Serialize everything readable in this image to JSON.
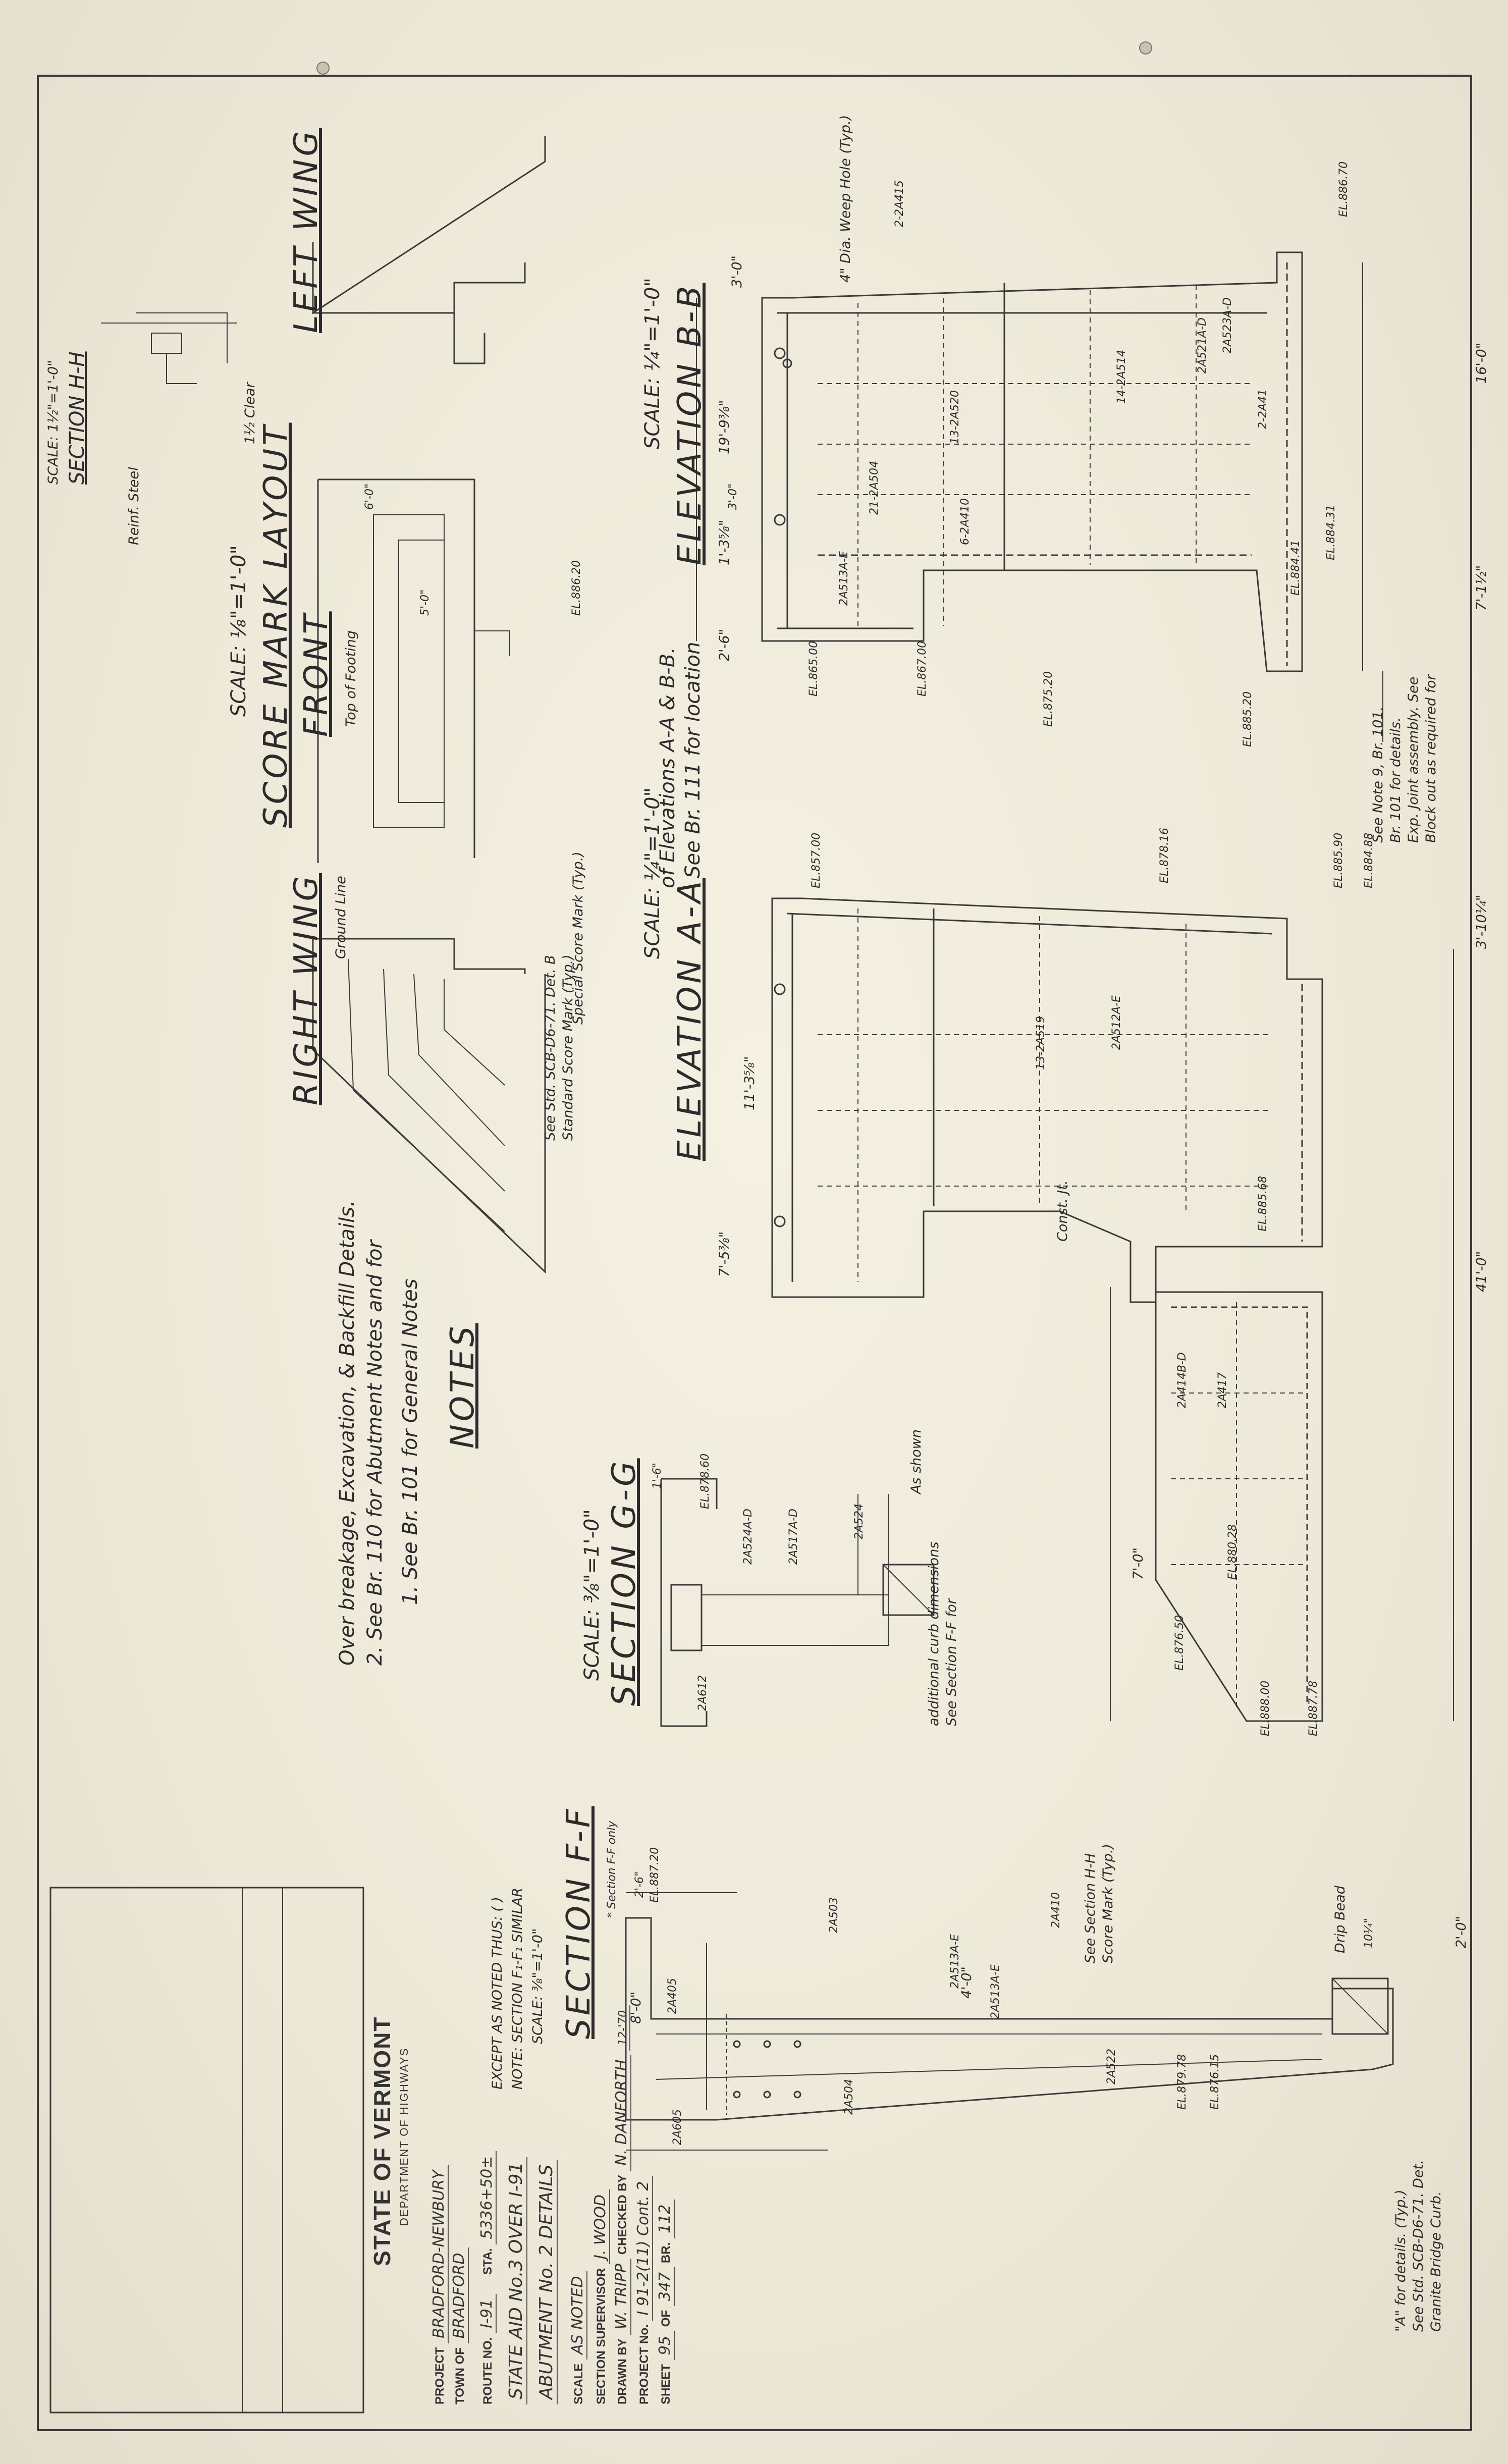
{
  "title_block": {
    "state": "STATE OF VERMONT",
    "department": "DEPARTMENT OF HIGHWAYS",
    "project_label": "PROJECT",
    "project_value": "BRADFORD-NEWBURY",
    "town_label": "TOWN OF",
    "town_value": "BRADFORD",
    "route_label": "ROUTE NO.",
    "route_value": "I-91",
    "sta_label": "STA.",
    "sta_value": "5336+50±",
    "line1": "STATE AID No.3 OVER I-91",
    "line2": "ABUTMENT No. 2 DETAILS",
    "scale_label": "SCALE",
    "scale_value": "AS NOTED",
    "supervisor_label": "SECTION SUPERVISOR",
    "supervisor_value": "J. WOOD",
    "drawn_label": "DRAWN BY",
    "drawn_value": "W. TRIPP",
    "checked_label": "CHECKED BY",
    "checked_value": "N. DANFORTH",
    "date_value": "12-'70",
    "project_no_label": "PROJECT No.",
    "project_no_value": "I 91-2(11) Cont. 2",
    "sheet_label": "SHEET",
    "sheet_value": "95",
    "of_label": "OF",
    "of_value": "347",
    "br_label": "BR.",
    "br_value": "112"
  },
  "views": {
    "elev_aa_title": "ELEVATION A-A",
    "elev_aa_scale": "SCALE: ¼\"=1'-0\"",
    "elev_bb_title": "ELEVATION B-B",
    "elev_bb_scale": "SCALE: ¼\"=1'-0\"",
    "sec_gg_title": "SECTION G-G",
    "sec_gg_scale": "SCALE: ⅜\"=1'-0\"",
    "sec_ff_title": "SECTION F-F",
    "sec_ff_scale": "SCALE: ⅜\"=1'-0\"",
    "sec_ff_note": "NOTE: SECTION F₁-F₁ SIMILAR",
    "sec_ff_note2": "EXCEPT AS NOTED THUS: ( )",
    "sec_hh_title": "SECTION H-H",
    "sec_hh_scale": "SCALE: 1½\"=1'-0\"",
    "score_title": "SCORE MARK LAYOUT",
    "score_scale": "SCALE: ⅛\"=1'-0\"",
    "left_wing": "LEFT WING",
    "front": "FRONT",
    "right_wing": "RIGHT WING"
  },
  "notes": {
    "heading": "NOTES",
    "n1": "1. See Br. 101 for General Notes",
    "n2": "2. See Br. 110 for Abutment Notes and for",
    "n2b": "Over breakage, Excavation, & Backfill Details.",
    "see_br111": "See Br. 111 for location",
    "see_br111b": "of Elevations A-A & B-B."
  },
  "callouts": {
    "weep": "4\" Dia. Weep Hole (Typ.)",
    "blockout1": "Block out as required for",
    "blockout2": "Exp. Joint assembly. See",
    "blockout3": "Br. 101 for details.",
    "blockout4": "See Note 9, Br. 101.",
    "granite1": "Granite Bridge Curb.",
    "granite2": "See Std. SCB-D6-71. Det.",
    "granite3": "\"A\" for details. (Typ.)",
    "drip": "Drip Bead",
    "score_mark": "Score Mark (Typ.)",
    "score_see": "See Section H-H",
    "curb_dims1": "See Section F-F for",
    "curb_dims2": "additional curb dimensions",
    "special_score": "Special Score Mark (Typ.)",
    "standard_score": "Standard Score Mark (Typ.)",
    "standard_score2": "See Std. SCB-D6-71. Det. B",
    "ground_line": "Ground Line",
    "top_footing": "Top of Footing",
    "reinf_steel": "Reinf. Steel",
    "clear": "1½ Clear",
    "section_ff_only": "* Section F-F only",
    "const_jt": "Const. Jt.",
    "as_shown": "As shown"
  },
  "elevations": [
    "EL.886.70",
    "EL.884.31",
    "EL.884.41",
    "EL.885.20",
    "EL.875.20",
    "EL.867.00",
    "EL.865.00",
    "EL.884.88",
    "EL.885.90",
    "EL.878.16",
    "EL.857.00",
    "EL.885.68",
    "EL.880.28",
    "EL.887.78",
    "EL.888.00",
    "EL.876.50",
    "EL.878.60",
    "EL.887.20",
    "EL.876.15",
    "EL.886.20",
    "EL.879.78"
  ],
  "bars": [
    "2-2A415",
    "2-2A41",
    "13-2A520",
    "21-2A504",
    "2A513A-E",
    "14-2A514",
    "2A521A-D",
    "2A523A-D",
    "6-2A410",
    "13-2A519",
    "2A512A-E",
    "2A513A-E",
    "2A517A-D",
    "2A524A-D",
    "2A524",
    "2A414B-D",
    "2A417",
    "2A612",
    "2A513A-E",
    "2A410",
    "2A503",
    "2A504",
    "2A405",
    "2A605",
    "2A522"
  ],
  "dims": [
    "16'-0\"",
    "7'-1½\"",
    "3'-0\"",
    "19'-9⅜\"",
    "2'-6\"",
    "8'-0\"",
    "1'-3⅝\"",
    "4'-0\"",
    "2'-0\"",
    "3'-10¼\"",
    "41'-0\"",
    "7'-0\"",
    "11'-3⅝\"",
    "6'-0\"",
    "5'-0\"",
    "1'-6\"",
    "2'-6\"",
    "10¼\"",
    "3'-0\"",
    "7'-5⅜\""
  ]
}
